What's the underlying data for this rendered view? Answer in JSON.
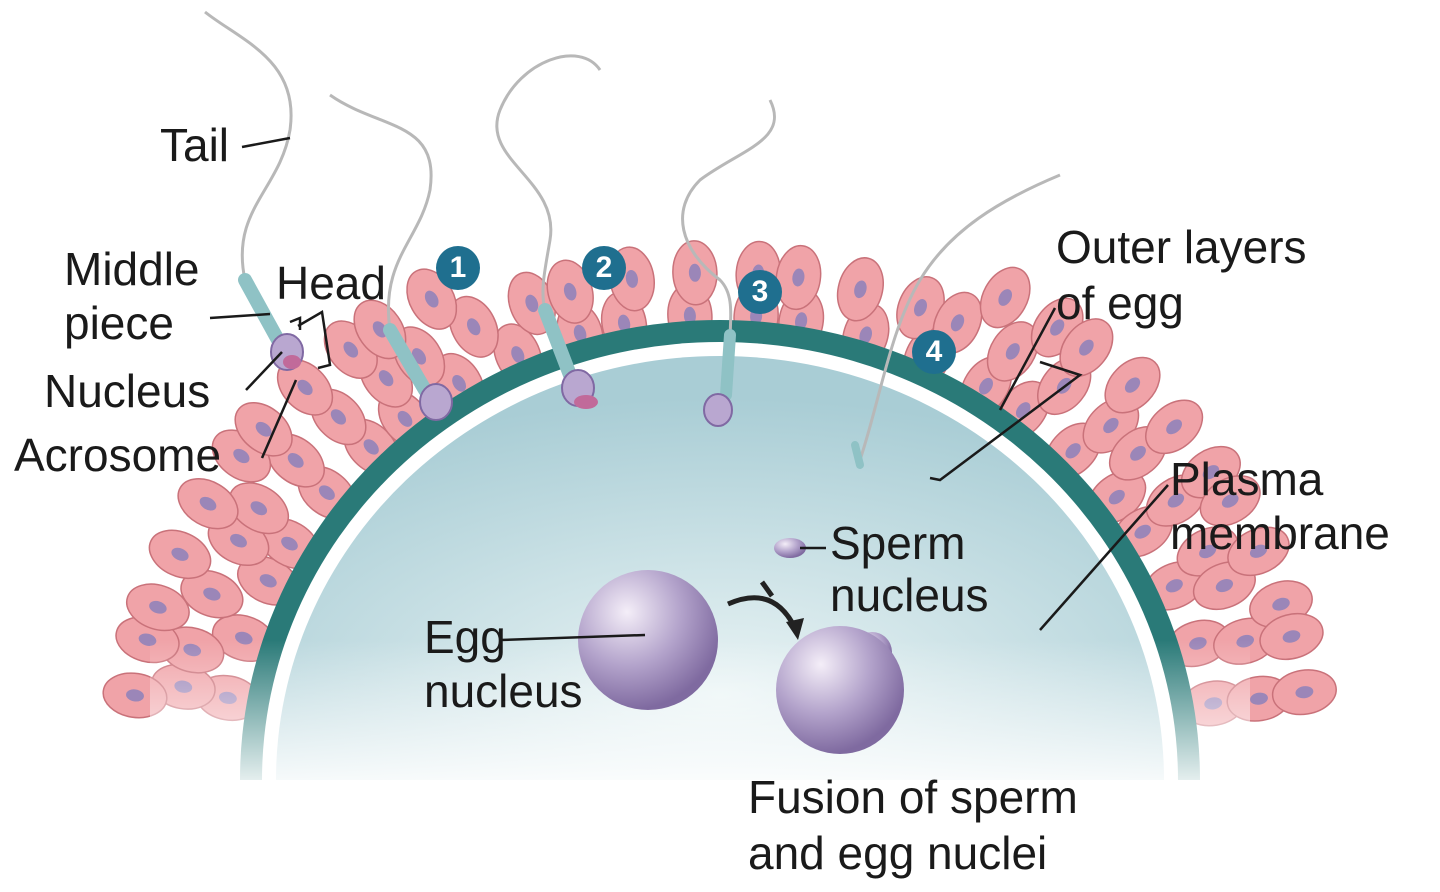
{
  "labels": {
    "tail": "Tail",
    "middle_piece": [
      "Middle",
      "piece"
    ],
    "head": "Head",
    "nucleus": "Nucleus",
    "acrosome": "Acrosome",
    "outer_layers": [
      "Outer layers",
      "of egg"
    ],
    "plasma_membrane": [
      "Plasma",
      "membrane"
    ],
    "sperm_nucleus": [
      "Sperm",
      "nucleus"
    ],
    "egg_nucleus": [
      "Egg",
      "nucleus"
    ],
    "fusion": [
      "Fusion of sperm",
      "and egg nuclei"
    ]
  },
  "steps": [
    "1",
    "2",
    "3",
    "4"
  ],
  "colors": {
    "cytoplasm": "#cfe3e8",
    "membrane": "#2a7a78",
    "cells": "#f0a3a8",
    "cell_nucleus": "#9b86b8",
    "nuclei": "#a99bc4",
    "step_badge": "#1f6f8f"
  }
}
